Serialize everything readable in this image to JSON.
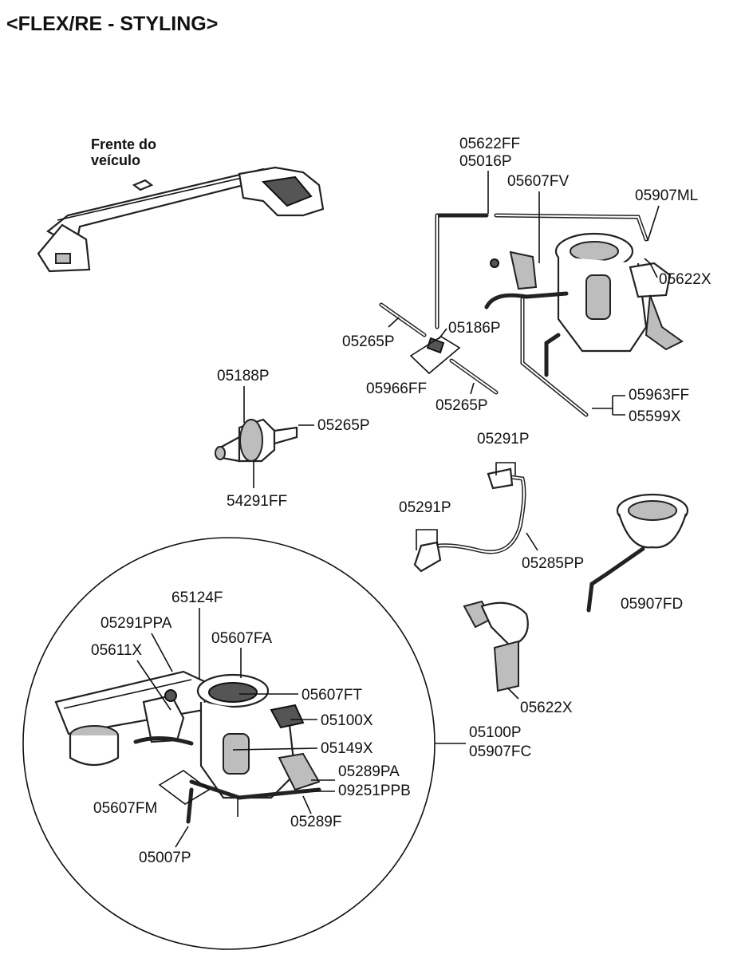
{
  "title": "<FLEX/RE - STYLING>",
  "note": {
    "line1": "Frente do",
    "line2": "veículo"
  },
  "colors": {
    "ink": "#111111",
    "background": "#ffffff",
    "shade": "#bdbdbd"
  },
  "labels": {
    "p05622FF": "05622FF",
    "p05016P": "05016P",
    "p05607FV": "05607FV",
    "p05907ML": "05907ML",
    "p05622X_top": "05622X",
    "p05265P_a": "05265P",
    "p05186P": "05186P",
    "p05966FF": "05966FF",
    "p05265P_b": "05265P",
    "p05963FF": "05963FF",
    "p05599X": "05599X",
    "p05188P": "05188P",
    "p05265P_c": "05265P",
    "p54291FF": "54291FF",
    "p05291P_a": "05291P",
    "p05291P_b": "05291P",
    "p05285PP": "05285PP",
    "p05907FD": "05907FD",
    "p05622X_bot": "05622X",
    "p65124F": "65124F",
    "p05291PPA": "05291PPA",
    "p05607FA": "05607FA",
    "p05611X": "05611X",
    "p05607FT": "05607FT",
    "p05100X": "05100X",
    "p05149X": "05149X",
    "p05100P": "05100P",
    "p05907FC": "05907FC",
    "p05289PA": "05289PA",
    "p09251PPB": "09251PPB",
    "p05607FM": "05607FM",
    "p05289F": "05289F",
    "p05007P": "05007P"
  }
}
